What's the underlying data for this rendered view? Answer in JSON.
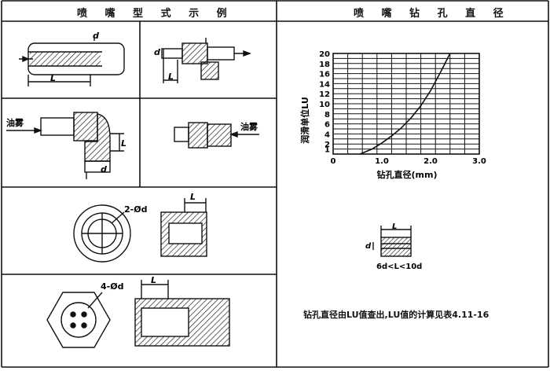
{
  "table": {
    "left_header": "喷 嘴 型 式 示 例",
    "right_header": "喷 嘴 钻 孔 直 径"
  },
  "drawings": {
    "d": "d",
    "L": "L",
    "oil_mist": "油雾",
    "two_holes": "2-Ød",
    "four_holes": "4-Ød"
  },
  "chart_data": {
    "type": "line",
    "xlabel": "钻孔直径(mm)",
    "ylabel": "润滑单位LU",
    "xlim": [
      0,
      3.0
    ],
    "ylim": [
      0,
      20
    ],
    "x_ticks": [
      "0",
      "1.0",
      "2.0",
      "3.0"
    ],
    "y_ticks": [
      "1",
      "2",
      "4",
      "6",
      "8",
      "10",
      "12",
      "14",
      "16",
      "18",
      "20"
    ],
    "grid": true,
    "series": [
      {
        "x": [
          0.55,
          0.8,
          1.0,
          1.2,
          1.4,
          1.6,
          1.8,
          2.0,
          2.2,
          2.4
        ],
        "y": [
          0.0,
          1.0,
          2.2,
          3.6,
          5.2,
          7.2,
          9.6,
          12.6,
          16.2,
          20.0
        ]
      }
    ]
  },
  "hole_diagram": {
    "condition": "6d<L<10d"
  },
  "note": "钻孔直径由LU值查出,LU值的计算见表4.11-16"
}
